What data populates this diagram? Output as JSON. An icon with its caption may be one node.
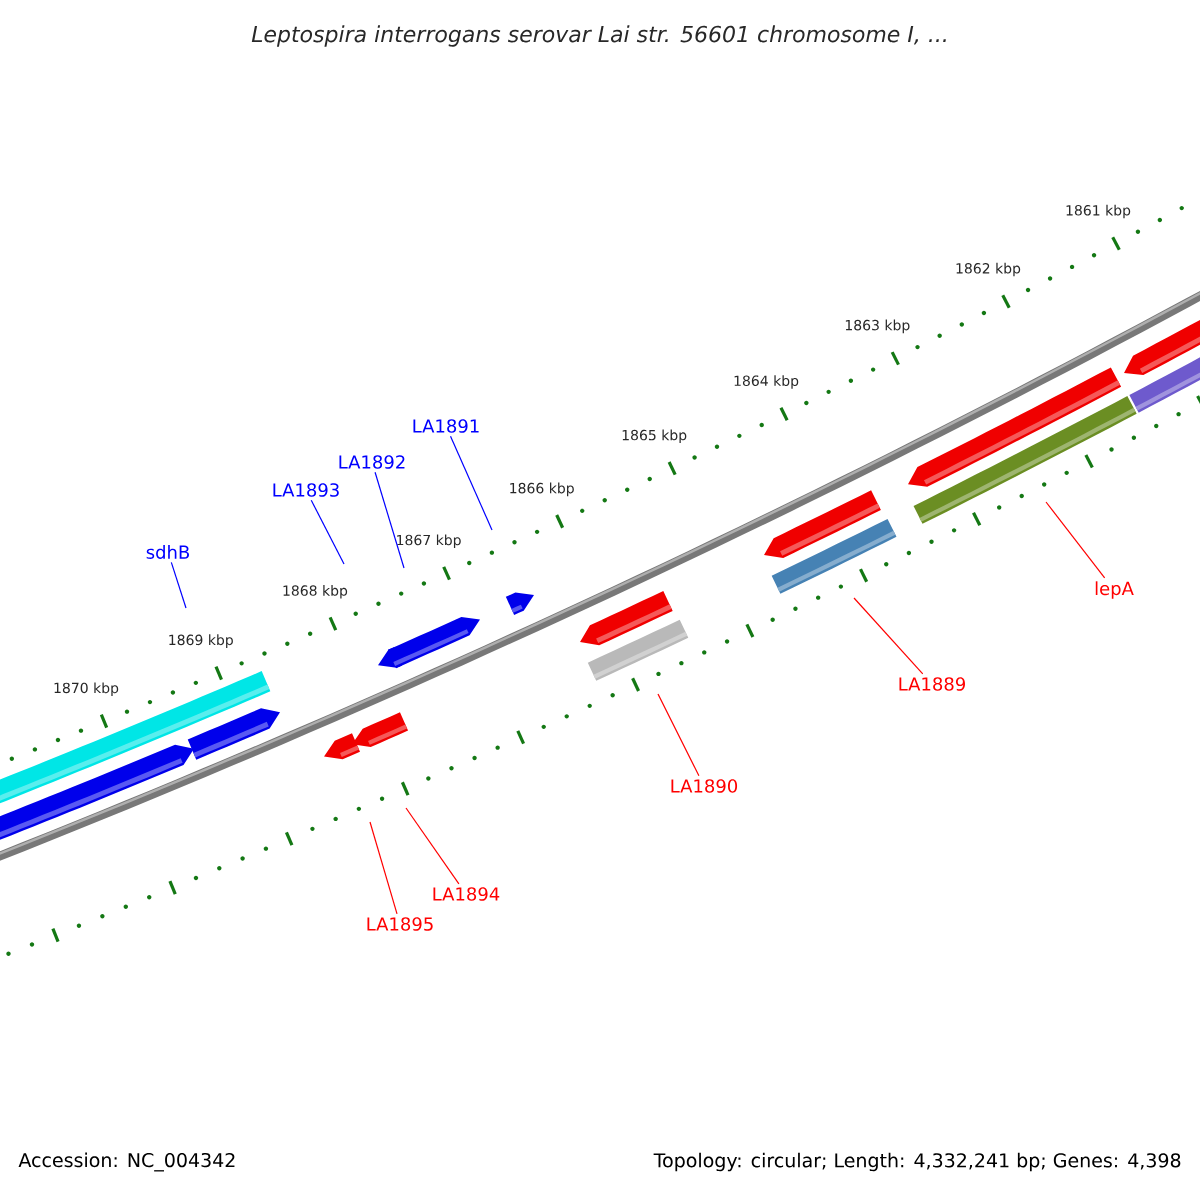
{
  "diagram": {
    "title": "Leptospira interrogans serovar Lai str. 56601 chromosome I, ...",
    "nodes": [
      {
        "text": [
          "LA1891"
        ]
      },
      {
        "text": [
          "LA1892"
        ]
      },
      {
        "text": [
          "LA1893"
        ]
      },
      {
        "text": [
          "sdhB"
        ]
      },
      {
        "text": [
          "lepA"
        ]
      },
      {
        "text": [
          "LA1889"
        ]
      },
      {
        "text": [
          "LA1890"
        ]
      },
      {
        "text": [
          "LA1894"
        ]
      },
      {
        "text": [
          "LA1895"
        ]
      }
    ],
    "edges": [
      {
        "from": 0,
        "to": null,
        "arrow": "none",
        "color": "#0000ff"
      },
      {
        "from": 1,
        "to": null,
        "arrow": "none",
        "color": "#0000ff"
      },
      {
        "from": 2,
        "to": null,
        "arrow": "none",
        "color": "#0000ff"
      },
      {
        "from": 3,
        "to": null,
        "arrow": "none",
        "color": "#0000ff"
      },
      {
        "from": 4,
        "to": null,
        "arrow": "none",
        "color": "#ff0000"
      },
      {
        "from": 5,
        "to": null,
        "arrow": "none",
        "color": "#ff0000"
      },
      {
        "from": 6,
        "to": null,
        "arrow": "none",
        "color": "#ff0000"
      },
      {
        "from": 7,
        "to": null,
        "arrow": "none",
        "color": "#ff0000"
      },
      {
        "from": 8,
        "to": null,
        "arrow": "none",
        "color": "#ff0000"
      }
    ],
    "labels": [
      "1861 kbp",
      "1862 kbp",
      "1863 kbp",
      "1864 kbp",
      "1865 kbp",
      "1866 kbp",
      "1867 kbp",
      "1868 kbp",
      "1869 kbp",
      "1870 kbp",
      "Accession: NC_004342",
      "Topology: circular; Length: 4,332,241 bp; Genes: 4,398"
    ]
  }
}
